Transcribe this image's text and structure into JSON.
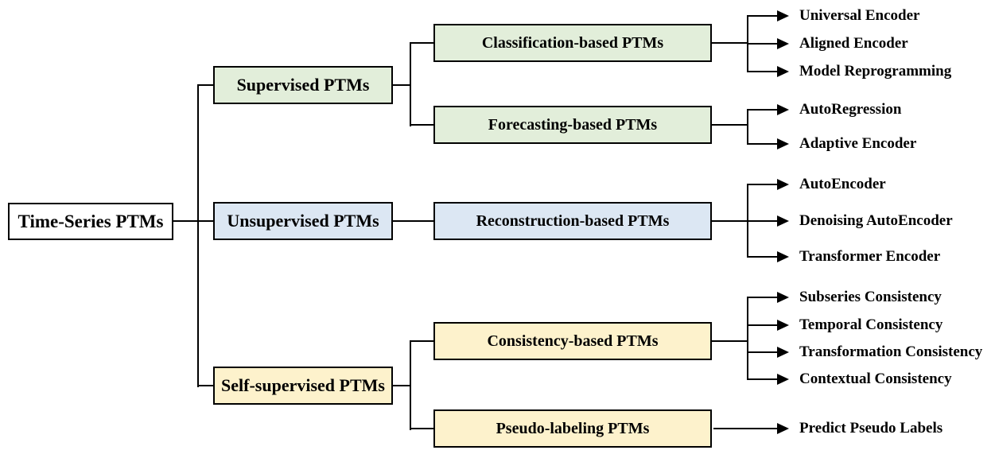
{
  "root": {
    "label": "Time-Series PTMs",
    "color": "#FFFFFF"
  },
  "colors": {
    "line": "#000000",
    "border": "#000000"
  },
  "branches": [
    {
      "label": "Supervised PTMs",
      "color": "#E2EEDA",
      "children": [
        {
          "label": "Classification-based PTMs",
          "leaves": [
            "Universal Encoder",
            "Aligned Encoder",
            "Model Reprogramming"
          ]
        },
        {
          "label": "Forecasting-based PTMs",
          "leaves": [
            "AutoRegression",
            "Adaptive Encoder"
          ]
        }
      ]
    },
    {
      "label": "Unsupervised PTMs",
      "color": "#DCE7F3",
      "children": [
        {
          "label": "Reconstruction-based PTMs",
          "leaves": [
            "AutoEncoder",
            "Denoising AutoEncoder",
            "Transformer Encoder"
          ]
        }
      ]
    },
    {
      "label": "Self-supervised PTMs",
      "color": "#FDF2CC",
      "children": [
        {
          "label": "Consistency-based PTMs",
          "leaves": [
            "Subseries Consistency",
            "Temporal Consistency",
            "Transformation Consistency",
            "Contextual Consistency"
          ]
        },
        {
          "label": "Pseudo-labeling PTMs",
          "leaves": [
            "Predict Pseudo Labels"
          ]
        }
      ]
    }
  ]
}
